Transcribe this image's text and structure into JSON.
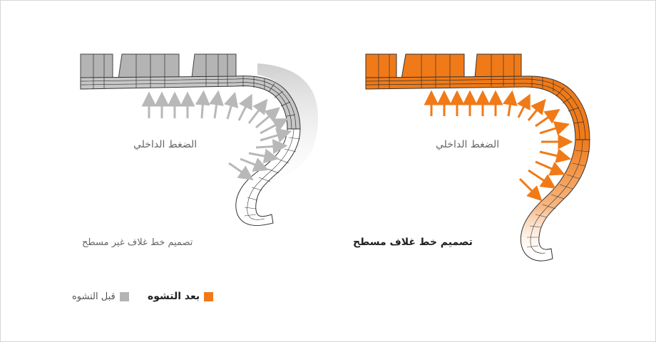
{
  "left_panel": {
    "pressure_label": "الضغط الداخلي",
    "caption": "تصميم خط غلاف غير مسطح"
  },
  "right_panel": {
    "pressure_label": "الضغط الداخلي",
    "caption": "تصميم خط غلاف مسطح"
  },
  "legend": {
    "before_label": "قبل التشوه",
    "after_label": "بعد التشوه"
  },
  "colors": {
    "before": "#b4b4b4",
    "after": "#f07a18",
    "arrow_gray": "#b8b8b8",
    "arrow_orange": "#f07a18",
    "mesh": "#333333"
  }
}
